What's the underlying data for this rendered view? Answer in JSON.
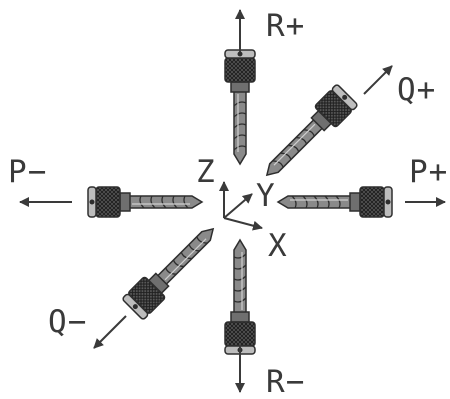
{
  "directions": [
    {
      "key": "r-plus",
      "label": "R+",
      "angle": -90
    },
    {
      "key": "q-plus",
      "label": "Q+",
      "angle": -45
    },
    {
      "key": "p-plus",
      "label": "P+",
      "angle": 0
    },
    {
      "key": "p-minus",
      "label": "P−",
      "angle": 180
    },
    {
      "key": "q-minus",
      "label": "Q−",
      "angle": 135
    },
    {
      "key": "r-minus",
      "label": "R−",
      "angle": 90
    }
  ],
  "axes": {
    "x": "X",
    "y": "Y",
    "z": "Z"
  },
  "colors": {
    "ink": "#3a3a3a",
    "chuck": "#6f6f6f",
    "knurl": "#2e2e2e",
    "bit": "#8a8a8a",
    "bit_light": "#cfcfcf"
  }
}
